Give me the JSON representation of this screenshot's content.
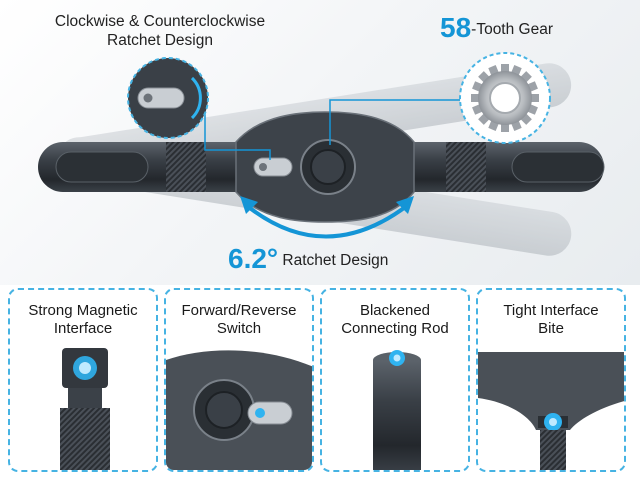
{
  "hero": {
    "ratchet_caption_line1": "Clockwise & Counterclockwise",
    "ratchet_caption_line2": "Ratchet Design",
    "gear_number": "58",
    "gear_suffix": "-Tooth Gear",
    "angle_value": "6.2°",
    "angle_suffix": " Ratchet Design"
  },
  "features": [
    {
      "line1": "Strong Magnetic",
      "line2": "Interface"
    },
    {
      "line1": "Forward/Reverse",
      "line2": "Switch"
    },
    {
      "line1": "Blackened",
      "line2": "Connecting Rod"
    },
    {
      "line1": "Tight Interface",
      "line2": "Bite"
    }
  ],
  "colors": {
    "accent": "#1495d6",
    "dashed_border": "#46b3e3",
    "tool_dark": "#3a3f45",
    "magnet_glow": "#2fb3f0"
  }
}
